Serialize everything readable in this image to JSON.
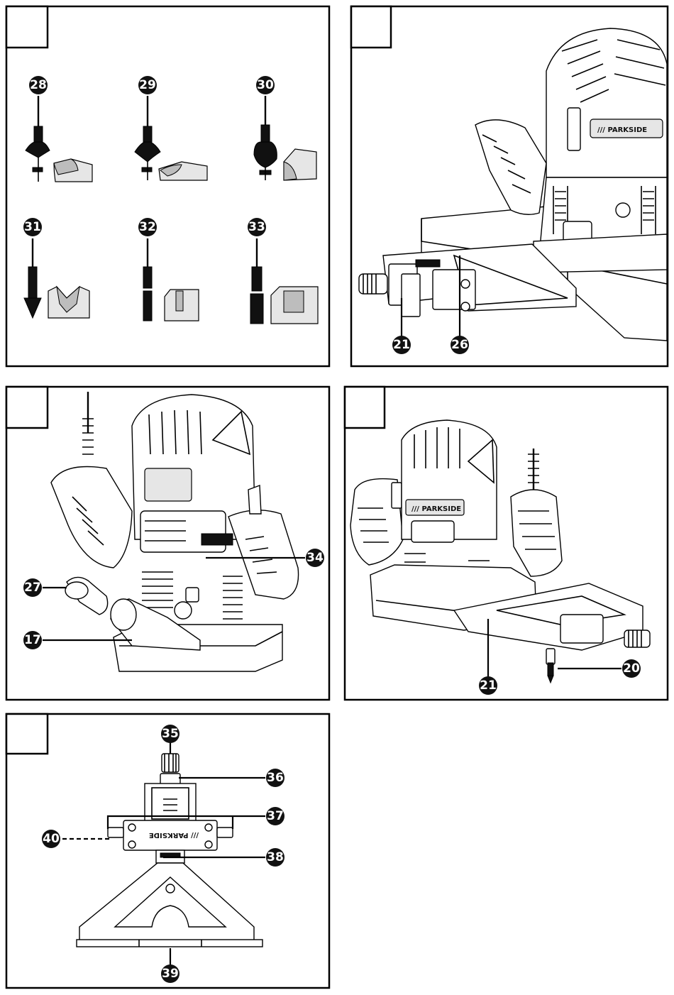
{
  "brand_label": "PARKSIDE",
  "brand_label_prefix": "///",
  "panels": [
    {
      "id": "bit-types",
      "items": [
        {
          "number": "28",
          "icon": "roundover-bit-icon"
        },
        {
          "number": "29",
          "icon": "ogee-bit-icon"
        },
        {
          "number": "30",
          "icon": "cove-bit-icon"
        },
        {
          "number": "31",
          "icon": "v-groove-bit-icon"
        },
        {
          "number": "32",
          "icon": "straight-bit-small-icon"
        },
        {
          "number": "33",
          "icon": "straight-bit-large-icon"
        }
      ]
    },
    {
      "id": "parallel-guide-on-workpiece",
      "callouts": [
        "21",
        "26"
      ]
    },
    {
      "id": "dust-extraction-adapter",
      "callouts": [
        "34",
        "27",
        "17"
      ]
    },
    {
      "id": "parallel-guide-assembly",
      "callouts": [
        "20",
        "21"
      ]
    },
    {
      "id": "parallel-guide-top-view",
      "callouts": [
        "35",
        "36",
        "37",
        "40",
        "38",
        "39"
      ]
    }
  ]
}
